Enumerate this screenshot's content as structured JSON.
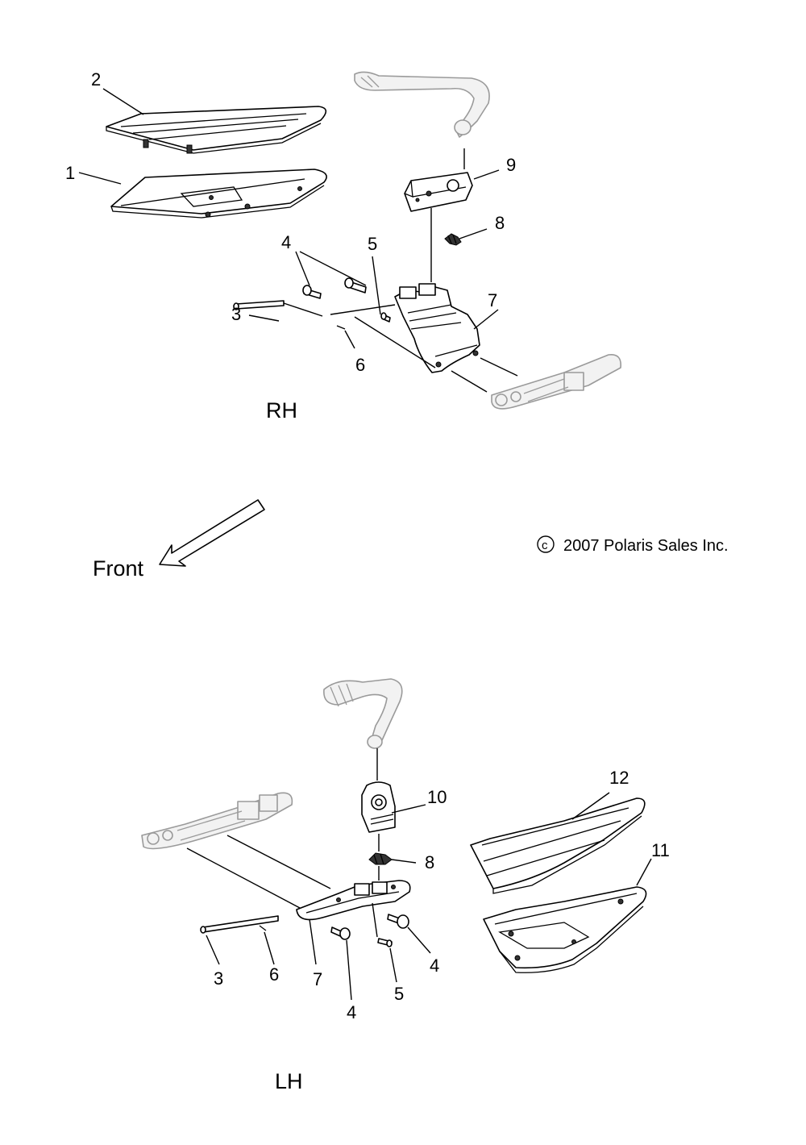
{
  "labels": {
    "rh": "RH",
    "lh": "LH",
    "front": "Front",
    "copyright": "2007 Polaris Sales Inc.",
    "copyright_symbol": "c"
  },
  "callouts_rh": [
    "2",
    "1",
    "9",
    "8",
    "4",
    "5",
    "3",
    "7",
    "6"
  ],
  "callouts_lh": [
    "12",
    "10",
    "11",
    "8",
    "3",
    "6",
    "7",
    "4",
    "5",
    "4"
  ]
}
